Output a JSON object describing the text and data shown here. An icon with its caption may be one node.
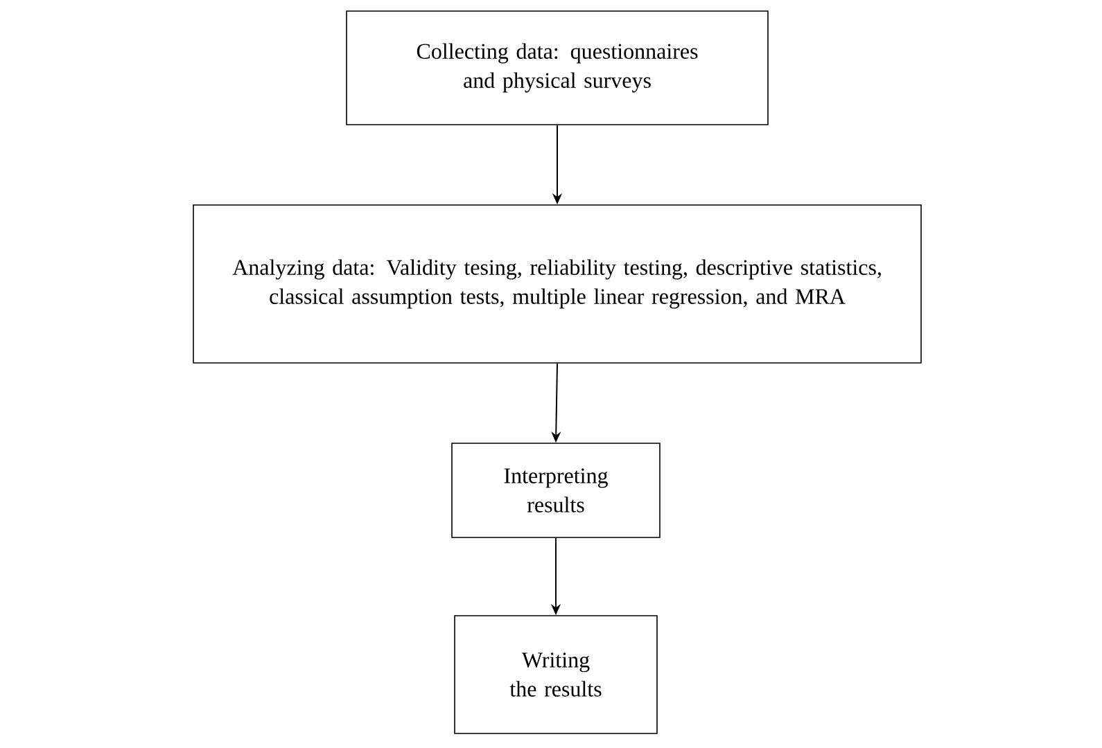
{
  "diagram": {
    "nodes": [
      {
        "text": [
          "Collecting data: questionnaires and physical surveys"
        ]
      },
      {
        "text": [
          "Analyzing data: Validity tesing, reliability testing, descriptive statistics, classical assumption tests, multiple linear regression, and MRA"
        ]
      },
      {
        "text": [
          "Interpreting results"
        ]
      },
      {
        "text": [
          "Writing the results"
        ]
      }
    ],
    "edges": [
      {
        "from": 0,
        "to": 1,
        "arrow": "to"
      },
      {
        "from": 1,
        "to": 2,
        "arrow": "to"
      },
      {
        "from": 2,
        "to": 3,
        "arrow": "to"
      }
    ]
  }
}
